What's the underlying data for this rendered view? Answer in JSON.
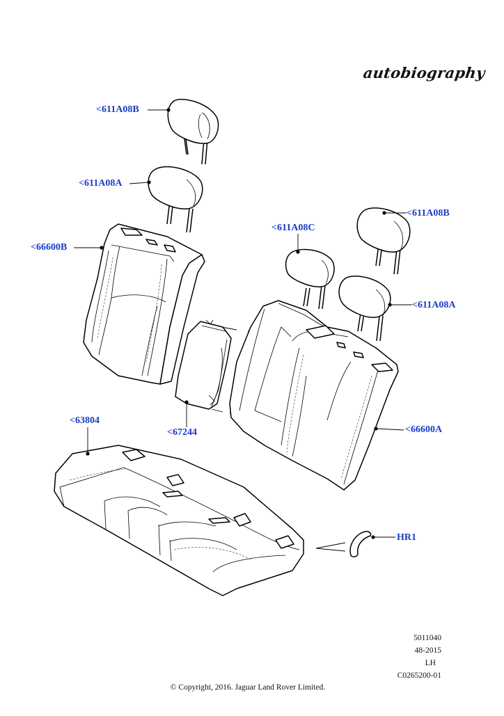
{
  "diagram": {
    "brand_title": "autobiography",
    "callouts": {
      "headrest_left_upper": "<611A08B",
      "headrest_left_lower": "<611A08A",
      "backrest_left": "<66600B",
      "armrest": "<67244",
      "cushion": "<63804",
      "headrest_center": "<611A08C",
      "headrest_right_upper": "<611A08B",
      "headrest_right_lower": "<611A08A",
      "backrest_right": "<66600A",
      "clip": "HR1"
    },
    "footer": {
      "code_1": "5011040",
      "code_2": "48-2015",
      "side": "LH",
      "code_3": "C0265200-01",
      "copyright": "© Copyright, 2016. Jaguar Land Rover Limited."
    }
  }
}
